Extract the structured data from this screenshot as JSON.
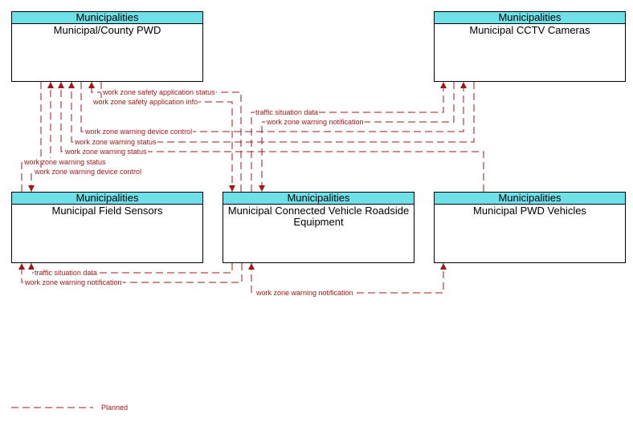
{
  "nodes": {
    "pwd": {
      "category": "Municipalities",
      "name": "Municipal/County PWD"
    },
    "cctv": {
      "category": "Municipalities",
      "name": "Municipal CCTV Cameras"
    },
    "sensors": {
      "category": "Municipalities",
      "name": "Municipal Field Sensors"
    },
    "rse": {
      "category": "Municipalities",
      "name": "Municipal Connected Vehicle Roadside Equipment"
    },
    "vehicles": {
      "category": "Municipalities",
      "name": "Municipal PWD Vehicles"
    }
  },
  "flows": [
    "work zone safety application status",
    "work zone safety application info",
    "traffic situation data",
    "work zone warning notification",
    "work zone warning device control",
    "work zone warning status",
    "work zone warning status",
    "work zone warning status",
    "work zone warning device control",
    "traffic situation data",
    "work zone warning notification",
    "work zone warning notification"
  ],
  "legend": {
    "planned": "Planned"
  }
}
